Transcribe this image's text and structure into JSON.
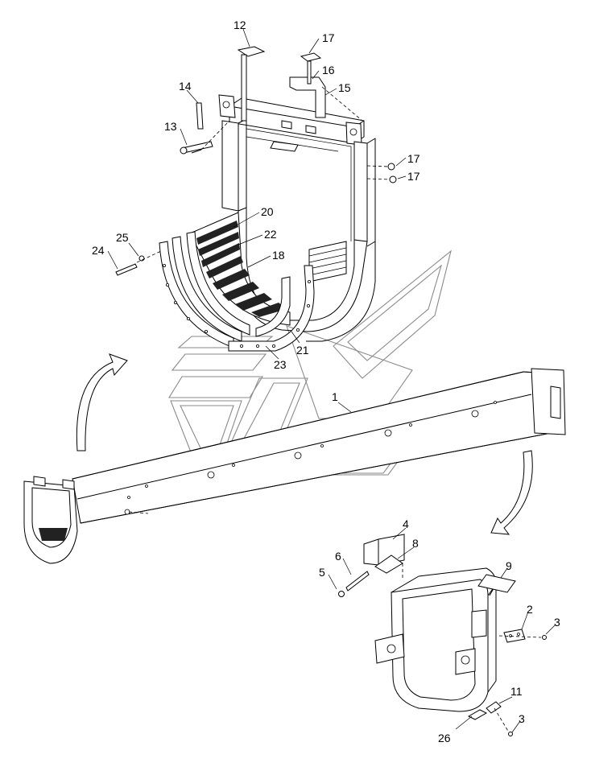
{
  "callouts": [
    {
      "id": "c12",
      "text": "12"
    },
    {
      "id": "c17a",
      "text": "17"
    },
    {
      "id": "c16",
      "text": "16"
    },
    {
      "id": "c14",
      "text": "14"
    },
    {
      "id": "c15",
      "text": "15"
    },
    {
      "id": "c13",
      "text": "13"
    },
    {
      "id": "c17b",
      "text": "17"
    },
    {
      "id": "c17c",
      "text": "17"
    },
    {
      "id": "c20",
      "text": "20"
    },
    {
      "id": "c25",
      "text": "25"
    },
    {
      "id": "c22",
      "text": "22"
    },
    {
      "id": "c24",
      "text": "24"
    },
    {
      "id": "c18",
      "text": "18"
    },
    {
      "id": "c21",
      "text": "21"
    },
    {
      "id": "c23",
      "text": "23"
    },
    {
      "id": "c1",
      "text": "1"
    },
    {
      "id": "c4",
      "text": "4"
    },
    {
      "id": "c8",
      "text": "8"
    },
    {
      "id": "c6",
      "text": "6"
    },
    {
      "id": "c5",
      "text": "5"
    },
    {
      "id": "c9",
      "text": "9"
    },
    {
      "id": "c2",
      "text": "2"
    },
    {
      "id": "c3a",
      "text": "3"
    },
    {
      "id": "c11",
      "text": "11"
    },
    {
      "id": "c3b",
      "text": "3"
    },
    {
      "id": "c26",
      "text": "26"
    }
  ],
  "colors": {
    "line": "#000000",
    "watermark": "#8a8a8a",
    "background": "#ffffff"
  }
}
